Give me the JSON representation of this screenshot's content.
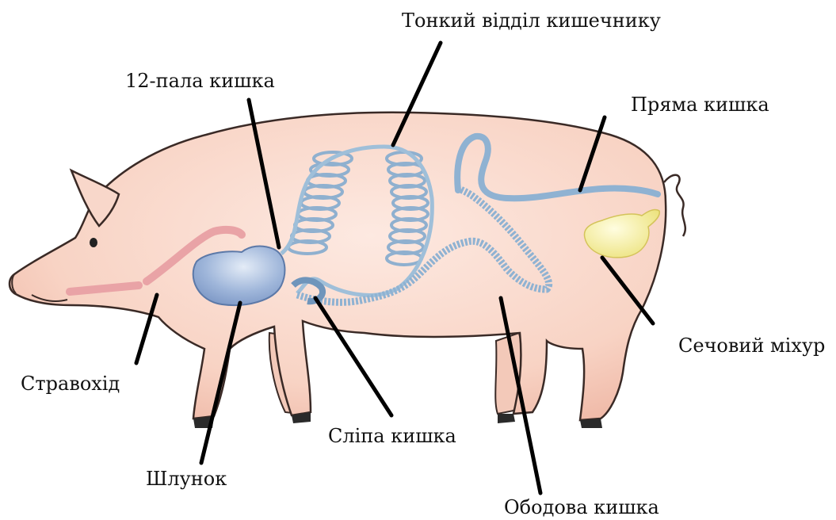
{
  "labels": {
    "small_intestine": "Тонкий відділ кишечнику",
    "duodenum": "12-пала кишка",
    "rectum": "Пряма кишка",
    "esophagus": "Стравохід",
    "bladder": "Сечовий міхур",
    "stomach": "Шлунок",
    "cecum": "Сліпа кишка",
    "colon": "Ободова кишка"
  },
  "colors": {
    "body_fill": "#f6cfc0",
    "body_outline": "#3a2a26",
    "esophagus": "#e9a3a6",
    "stomach": "#93aed6",
    "intestine": "#9fbfd9",
    "intestine_dark": "#5f86ad",
    "bladder": "#f3ef9a",
    "leader_line": "#000000",
    "hoof": "#2a2a2a"
  }
}
